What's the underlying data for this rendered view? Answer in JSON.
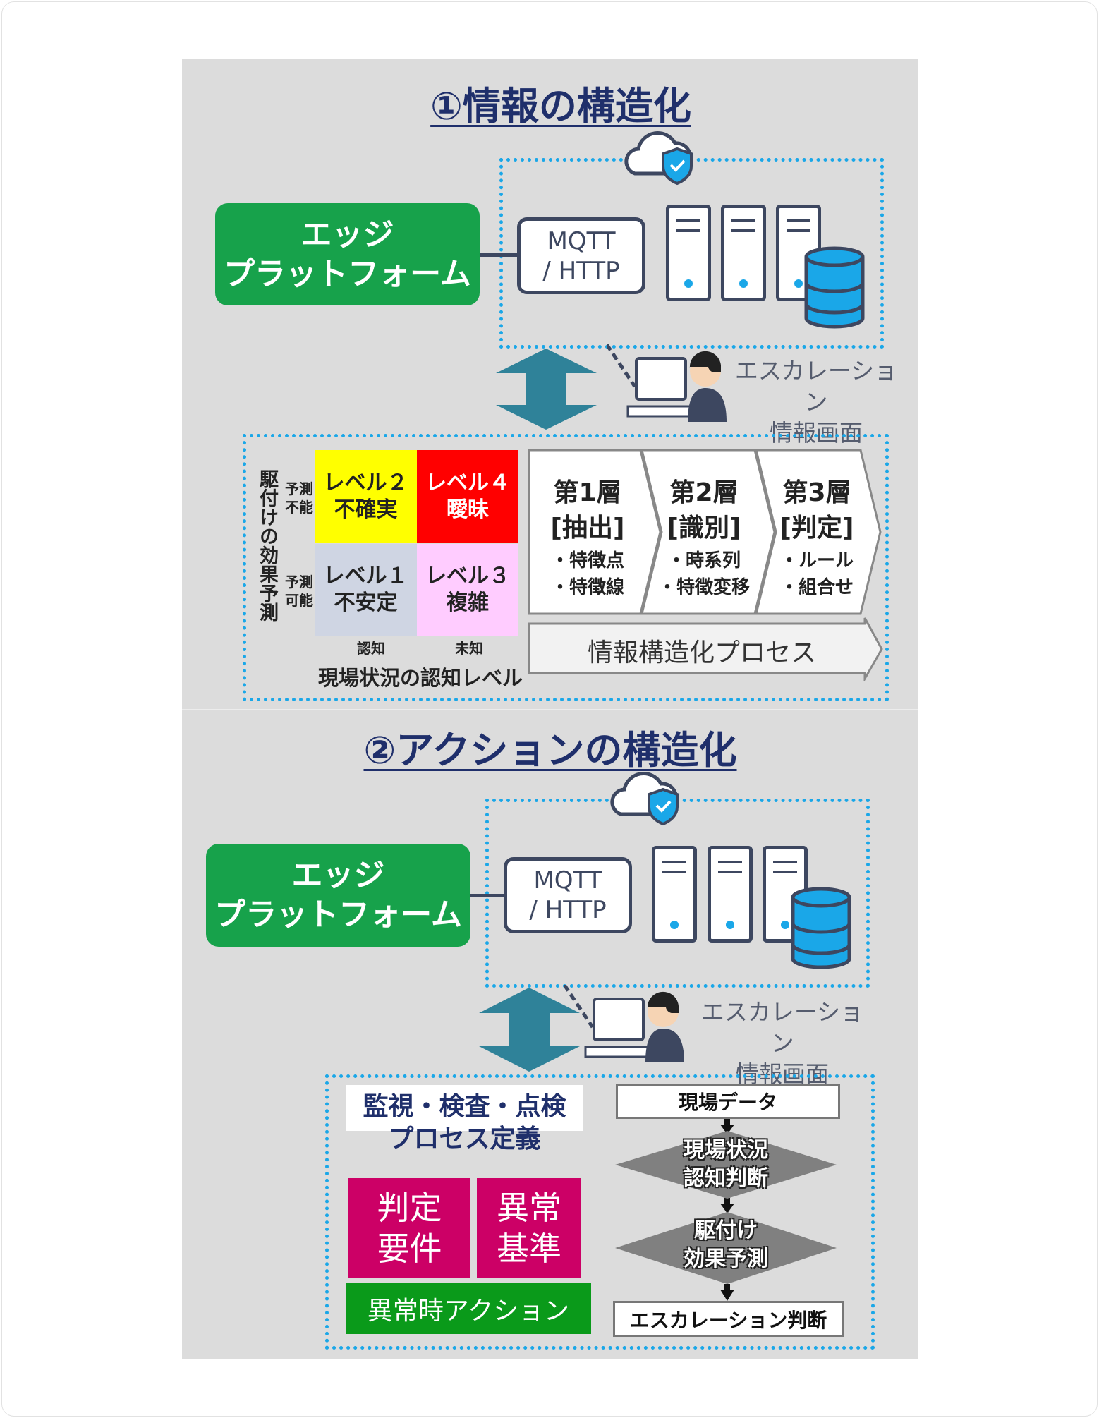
{
  "section1": {
    "title": "①情報の構造化",
    "edge_platform": [
      "エッジ",
      "プラットフォーム"
    ],
    "protocol": [
      "MQTT",
      "/ HTTP"
    ],
    "escalation_screen": [
      "エスカレーション",
      "情報画面"
    ],
    "matrix": {
      "y_axis_label": "駆付けの効果予測",
      "row_labels": [
        [
          "予測",
          "不能"
        ],
        [
          "予測",
          "可能"
        ]
      ],
      "cells": [
        {
          "level": "レベル２",
          "name": "不確実",
          "color": "#ffff00"
        },
        {
          "level": "レベル４",
          "name": "曖昧",
          "color": "#ff0000"
        },
        {
          "level": "レベル１",
          "name": "不安定",
          "color": "#cfd5e3"
        },
        {
          "level": "レベル３",
          "name": "複雑",
          "color": "#ffccff"
        }
      ],
      "col_labels": [
        "認知",
        "未知"
      ],
      "x_axis_label": "現場状況の認知レベル"
    },
    "layers": [
      {
        "title": "第1層",
        "sub": "[抽出]",
        "items": [
          "・特徴点",
          "・特徴線"
        ]
      },
      {
        "title": "第2層",
        "sub": "[識別]",
        "items": [
          "・時系列",
          "・特徴変移"
        ]
      },
      {
        "title": "第3層",
        "sub": "[判定]",
        "items": [
          "・ルール",
          "・組合せ"
        ]
      }
    ],
    "process_label": "情報構造化プロセス"
  },
  "section2": {
    "title": "②アクションの構造化",
    "edge_platform": [
      "エッジ",
      "プラットフォーム"
    ],
    "protocol": [
      "MQTT",
      "/ HTTP"
    ],
    "escalation_screen": [
      "エスカレーション",
      "情報画面"
    ],
    "process_definition": [
      "監視・検査・点検",
      "プロセス定義"
    ],
    "requirements": [
      "判定",
      "要件"
    ],
    "criteria": [
      "異常",
      "基準"
    ],
    "action": "異常時アクション",
    "flow": {
      "start": "現場データ",
      "decision1": [
        "現場状況",
        "認知判断"
      ],
      "decision2": [
        "駆付け",
        "効果予測"
      ],
      "end": "エスカレーション判断"
    }
  }
}
